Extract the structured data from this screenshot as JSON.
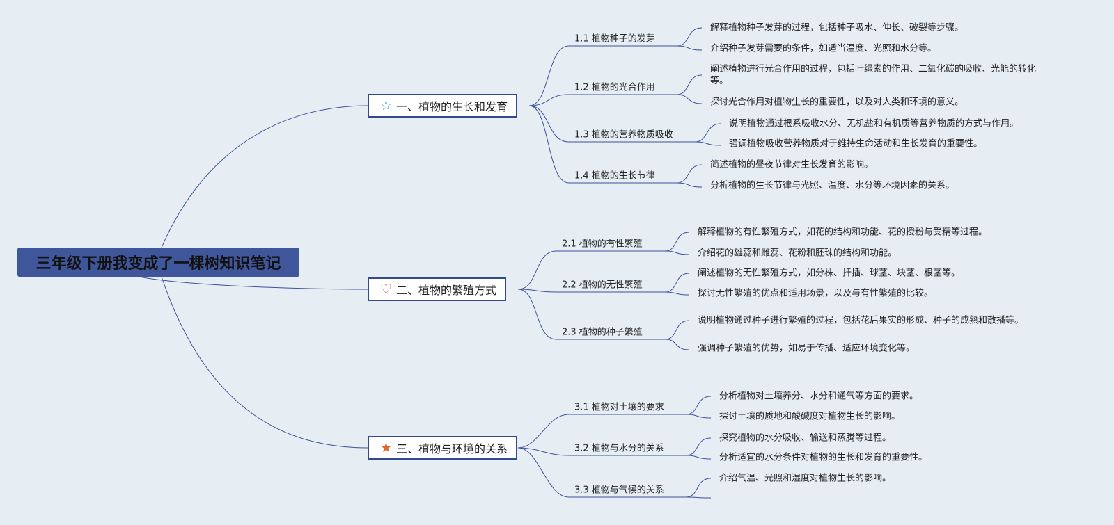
{
  "root": {
    "title": "三年级下册我变成了一棵树知识笔记"
  },
  "colors": {
    "background": "#e6eef4",
    "root_fill": "#40569a",
    "line": "#3d519a",
    "star_outline": "#2d8fd6",
    "heart": "#d9443a",
    "star_filled": "#e0662e"
  },
  "branches": [
    {
      "title": "一、植物的生长和发育",
      "icon": "star-outline-icon",
      "glyph": "☆",
      "children": [
        {
          "label": "1.1 植物种子的发芽",
          "leaves": [
            "解释植物种子发芽的过程，包括种子吸水、伸长、破裂等步骤。",
            "介绍种子发芽需要的条件，如适当温度、光照和水分等。"
          ]
        },
        {
          "label": "1.2 植物的光合作用",
          "leaves": [
            "阐述植物进行光合作用的过程，包括叶绿素的作用、二氧化碳的吸收、光能的转化等。",
            "探讨光合作用对植物生长的重要性，以及对人类和环境的意义。"
          ]
        },
        {
          "label": "1.3 植物的营养物质吸收",
          "leaves": [
            "说明植物通过根系吸收水分、无机盐和有机质等营养物质的方式与作用。",
            "强调植物吸收营养物质对于维持生命活动和生长发育的重要性。"
          ]
        },
        {
          "label": "1.4 植物的生长节律",
          "leaves": [
            "简述植物的昼夜节律对生长发育的影响。",
            "分析植物的生长节律与光照、温度、水分等环境因素的关系。"
          ]
        }
      ]
    },
    {
      "title": "二、植物的繁殖方式",
      "icon": "heart-icon",
      "glyph": "♡",
      "children": [
        {
          "label": "2.1 植物的有性繁殖",
          "leaves": [
            "解释植物的有性繁殖方式，如花的结构和功能、花的授粉与受精等过程。",
            "介绍花的雄蕊和雌蕊、花粉和胚珠的结构和功能。"
          ]
        },
        {
          "label": "2.2 植物的无性繁殖",
          "leaves": [
            "阐述植物的无性繁殖方式，如分株、扦插、球茎、块茎、根茎等。",
            "探讨无性繁殖的优点和适用场景，以及与有性繁殖的比较。"
          ]
        },
        {
          "label": "2.3 植物的种子繁殖",
          "leaves": [
            "说明植物通过种子进行繁殖的过程，包括花后果实的形成、种子的成熟和散播等。",
            "强调种子繁殖的优势，如易于传播、适应环境变化等。"
          ]
        }
      ]
    },
    {
      "title": "三、植物与环境的关系",
      "icon": "star-filled-icon",
      "glyph": "★",
      "children": [
        {
          "label": "3.1 植物对土壤的要求",
          "leaves": [
            "分析植物对土壤养分、水分和通气等方面的要求。",
            "探讨土壤的质地和酸碱度对植物生长的影响。"
          ]
        },
        {
          "label": "3.2 植物与水分的关系",
          "leaves": [
            "探究植物的水分吸收、输送和蒸腾等过程。",
            "分析适宜的水分条件对植物的生长和发育的重要性。"
          ]
        },
        {
          "label": "3.3 植物与气候的关系",
          "leaves": [
            "介绍气温、光照和湿度对植物生长的影响。",
            ""
          ]
        }
      ]
    }
  ]
}
